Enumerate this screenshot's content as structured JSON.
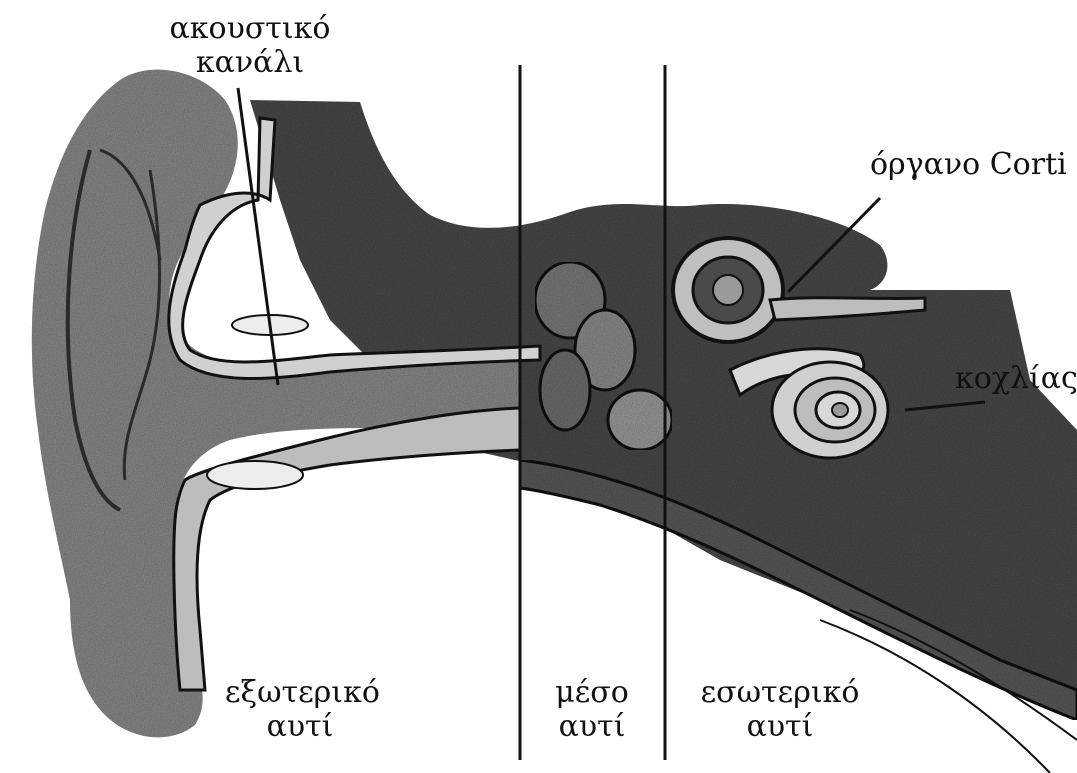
{
  "labels": {
    "ear_canal": [
      "ακουστικό",
      "κανάλι"
    ],
    "organ_of_corti": "όργανο Corti",
    "cochlea": "κοχλίας",
    "outer_ear": [
      "εξωτερικό",
      "αυτί"
    ],
    "middle_ear": [
      "μέσο",
      "αυτί"
    ],
    "inner_ear": [
      "εσωτερικό",
      "αυτί"
    ]
  },
  "colors": {
    "ink": "#111111",
    "outer_tissue": "#8a8a8a",
    "dark_tissue": "#4a4a4a",
    "light_tissue": "#d0d0d0",
    "canal": "#bdbdbd",
    "background": "#ffffff"
  }
}
